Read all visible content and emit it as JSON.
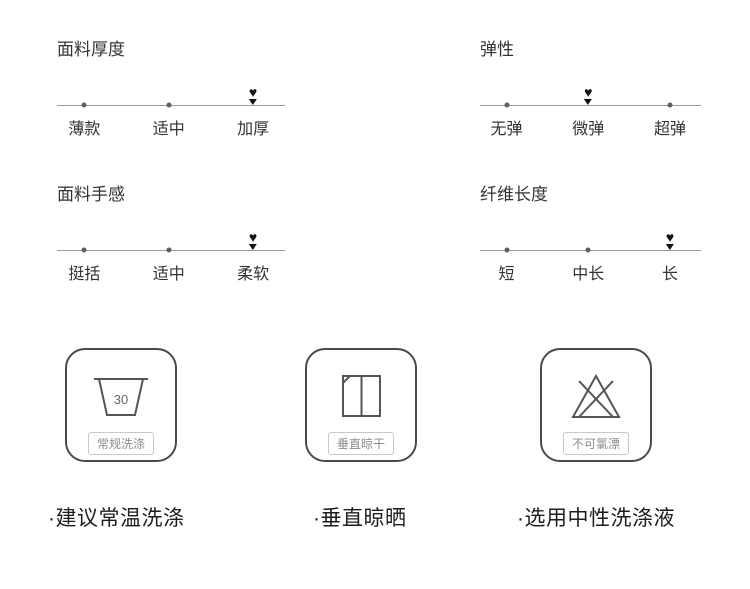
{
  "scales": [
    {
      "title": "面料厚度",
      "options": [
        "薄款",
        "适中",
        "加厚"
      ],
      "selected_index": 2,
      "selected_label": "加厚"
    },
    {
      "title": "弹性",
      "options": [
        "无弹",
        "微弹",
        "超弹"
      ],
      "selected_index": 1,
      "selected_label": "微弹"
    },
    {
      "title": "面料手感",
      "options": [
        "挺括",
        "适中",
        "柔软"
      ],
      "selected_index": 2,
      "selected_label": "柔软"
    },
    {
      "title": "纤维长度",
      "options": [
        "短",
        "中长",
        "长"
      ],
      "selected_index": 2,
      "selected_label": "长"
    }
  ],
  "care_items": [
    {
      "icon": "wash-tub-30-icon",
      "tub_number": "30",
      "badge": "常规洗涤",
      "caption": "·建议常温洗涤"
    },
    {
      "icon": "drip-dry-icon",
      "badge": "垂直晾干",
      "caption": "·垂直晾晒"
    },
    {
      "icon": "no-bleach-icon",
      "badge": "不可氯漂",
      "caption": "·选用中性洗涤液"
    }
  ],
  "colors": {
    "background": "#ffffff",
    "text_primary": "#333333",
    "caption_text": "#1d1d1d",
    "track_line": "#9a9a9a",
    "dot": "#5f5f5f",
    "marker": "#111111",
    "icon_stroke": "#555555",
    "icon_box_border": "#4a4a4a",
    "badge_border": "#c8c8c8",
    "badge_text": "#8c8c8c"
  }
}
